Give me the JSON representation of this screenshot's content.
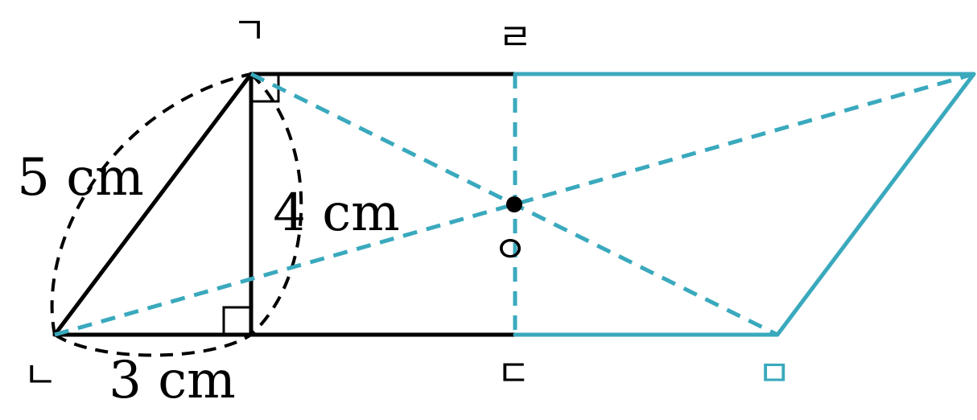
{
  "colors": {
    "ink": "#000000",
    "accent": "#3aa9bd"
  },
  "points": {
    "g": "ㄱ",
    "n": "ㄴ",
    "d": "ㄷ",
    "r": "ㄹ",
    "m": "ㅁ",
    "o": "ㅇ"
  },
  "measures": {
    "hypotenuse": "5 cm",
    "height": "4 cm",
    "base": "3 cm"
  }
}
